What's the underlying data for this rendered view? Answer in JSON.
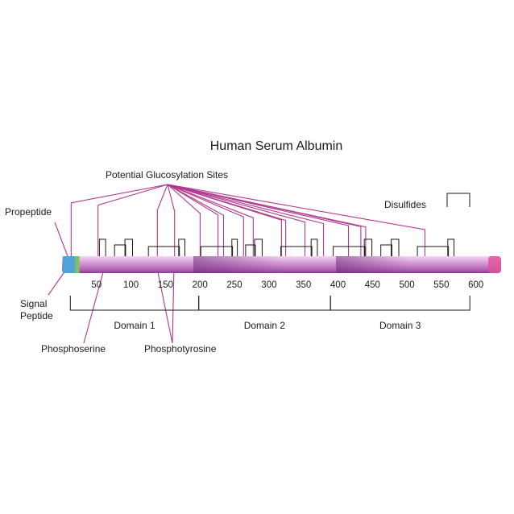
{
  "title": "Human Serum Albumin",
  "labels": {
    "glycosylation": "Potential Glucosylation Sites",
    "disulfides": "Disulfides",
    "propeptide": "Propeptide",
    "signal_line1": "Signal",
    "signal_line2": "Peptide",
    "phosphoserine": "Phosphoserine",
    "phosphotyrosine": "Phosphotyrosine"
  },
  "axis": {
    "ticks": [
      {
        "label": "50",
        "value": 50
      },
      {
        "label": "100",
        "value": 100
      },
      {
        "label": "150",
        "value": 150
      },
      {
        "label": "200",
        "value": 200
      },
      {
        "label": "250",
        "value": 250
      },
      {
        "label": "300",
        "value": 300
      },
      {
        "label": "350",
        "value": 350
      },
      {
        "label": "400",
        "value": 400
      },
      {
        "label": "450",
        "value": 450
      },
      {
        "label": "500",
        "value": 500
      },
      {
        "label": "550",
        "value": 550
      },
      {
        "label": "600",
        "value": 600
      }
    ]
  },
  "domains": [
    {
      "label": "Domain 1",
      "start": 5,
      "end": 197
    },
    {
      "label": "Domain 2",
      "start": 197,
      "end": 388
    },
    {
      "label": "Domain 3",
      "start": 388,
      "end": 590
    }
  ],
  "regions": {
    "signal_peptide": [
      1,
      18
    ],
    "propeptide": [
      19,
      24
    ]
  },
  "glycosylation_sites": [
    12,
    51,
    137,
    162,
    199,
    225,
    233,
    262,
    276,
    317,
    323,
    351,
    378,
    414,
    432,
    439,
    525
  ],
  "phosphoserine_sites": [
    58
  ],
  "phosphotyrosine_sites": [
    138,
    161
  ],
  "disulfides": [
    [
      53,
      62
    ],
    [
      75,
      91
    ],
    [
      90,
      101
    ],
    [
      124,
      169
    ],
    [
      168,
      177
    ],
    [
      200,
      246
    ],
    [
      245,
      253
    ],
    [
      265,
      279
    ],
    [
      278,
      289
    ],
    [
      316,
      361
    ],
    [
      360,
      369
    ],
    [
      392,
      438
    ],
    [
      437,
      448
    ],
    [
      461,
      477
    ],
    [
      476,
      487
    ],
    [
      514,
      559
    ],
    [
      558,
      567
    ]
  ],
  "colors": {
    "chain_main": "#d9a0d8",
    "chain_dark": "#8e3b96",
    "site_line": "#b0388f",
    "signal": "#4fa3d8",
    "propeptide": "#7dc25a",
    "cterm": "#e0549a"
  }
}
